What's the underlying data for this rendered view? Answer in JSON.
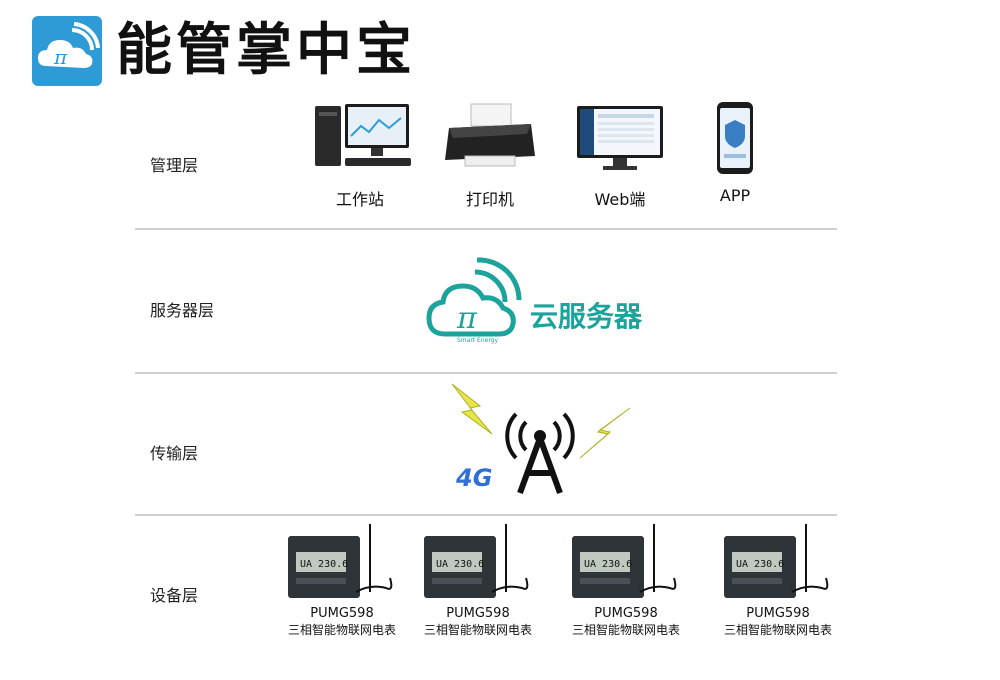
{
  "header": {
    "brand": "能管掌中宝"
  },
  "layers": [
    {
      "label": "管理层"
    },
    {
      "label": "服务器层"
    },
    {
      "label": "传输层"
    },
    {
      "label": "设备层"
    }
  ],
  "management_devices": [
    {
      "label": "工作站",
      "icon": "workstation-icon"
    },
    {
      "label": "打印机",
      "icon": "printer-icon"
    },
    {
      "label": "Web端",
      "icon": "monitor-icon"
    },
    {
      "label": "APP",
      "icon": "phone-icon"
    }
  ],
  "server": {
    "label": "云服务器",
    "logo_caption": "Smart Energy",
    "accent": "#1ba39c"
  },
  "transport": {
    "badge": "4G"
  },
  "meters": [
    {
      "model": "PUMG598",
      "desc": "三相智能物联网电表",
      "display": "UA 230.6"
    },
    {
      "model": "PUMG598",
      "desc": "三相智能物联网电表",
      "display": "UA 230.6"
    },
    {
      "model": "PUMG598",
      "desc": "三相智能物联网电表",
      "display": "UA 230.6"
    },
    {
      "model": "PUMG598",
      "desc": "三相智能物联网电表",
      "display": "UA 230.6"
    }
  ],
  "colors": {
    "brand_blue": "#2f9bd6",
    "teal": "#1ba39c",
    "divider": "#cfcfcf"
  }
}
